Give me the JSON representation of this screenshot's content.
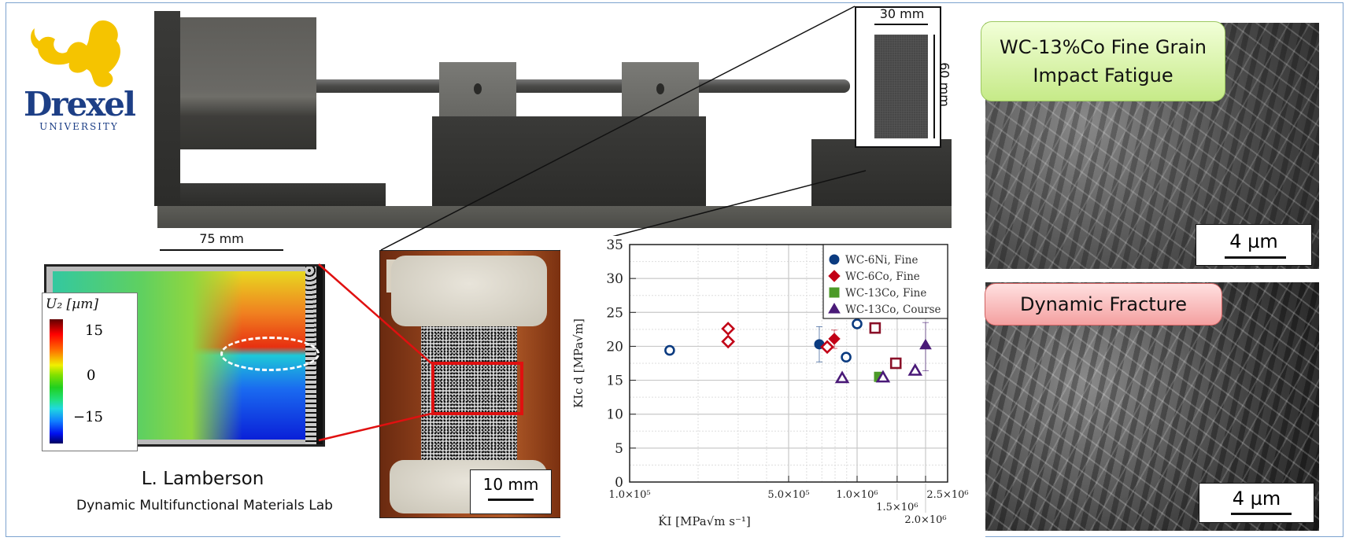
{
  "logo": {
    "wordmark": "Drexel",
    "sub": "UNIVERSITY",
    "icon": "dragon-icon",
    "color": "#f5c400"
  },
  "apparatus": {
    "inset_width": "30 mm",
    "inset_height": "60 mm",
    "scale": "75 mm"
  },
  "dic": {
    "colorbar_title": "U₂ [µm]",
    "ticks": [
      "15",
      "0",
      "−15"
    ]
  },
  "credit": {
    "name": "L. Lamberson",
    "lab": "Dynamic Multifunctional Materials Lab"
  },
  "photo": {
    "scale": "10 mm"
  },
  "sem": {
    "top": {
      "title_line1": "WC-13%Co Fine Grain",
      "title_line2": "Impact Fatigue",
      "scale": "4 µm"
    },
    "bottom": {
      "title": "Dynamic Fracture",
      "scale": "4 µm"
    }
  },
  "chart_data": {
    "type": "scatter",
    "xscale": "log",
    "xlim": [
      100000,
      2500000
    ],
    "ylim": [
      0,
      35
    ],
    "xlabel": "K̇I [MPa√m s⁻¹]",
    "ylabel": "KIc d [MPa√m]",
    "xticks": [
      {
        "v": 100000,
        "label": "1.0×10⁵"
      },
      {
        "v": 500000,
        "label": "5.0×10⁵"
      },
      {
        "v": 1000000,
        "label": "1.0×10⁶"
      },
      {
        "v": 1500000,
        "label": "1.5×10⁶"
      },
      {
        "v": 2000000,
        "label": "2.0×10⁶"
      },
      {
        "v": 2500000,
        "label": "2.5×10⁶"
      }
    ],
    "yticks": [
      "0",
      "5",
      "10",
      "15",
      "20",
      "25",
      "30",
      "35"
    ],
    "grid": true,
    "legend_position": "top-right",
    "legend": [
      {
        "label": "WC-6Ni, Fine",
        "marker": "circle",
        "color": "#0b3b80"
      },
      {
        "label": "WC-6Co, Fine",
        "marker": "diamond",
        "color": "#c20016"
      },
      {
        "label": "WC-13Co, Fine",
        "marker": "square",
        "color": "#4c9a28"
      },
      {
        "label": "WC-13Co, Course",
        "marker": "triangle",
        "color": "#4a1a78"
      }
    ],
    "points": [
      {
        "series": "WC-6Ni, Fine",
        "x": 150000,
        "y": 19.4,
        "filled": false,
        "marker": "circle",
        "color": "#0b3b80"
      },
      {
        "series": "WC-6Co, Fine",
        "x": 271000,
        "y": 22.6,
        "filled": false,
        "marker": "diamond",
        "color": "#c20016"
      },
      {
        "series": "WC-6Co, Fine",
        "x": 271000,
        "y": 20.7,
        "filled": false,
        "marker": "diamond",
        "color": "#c20016"
      },
      {
        "series": "WC-6Ni, Fine",
        "x": 682000,
        "y": 20.3,
        "filled": true,
        "marker": "circle",
        "color": "#0b3b80",
        "err": [
          17.7,
          22.9
        ]
      },
      {
        "series": "WC-6Co, Fine",
        "x": 739000,
        "y": 19.9,
        "filled": false,
        "marker": "diamond",
        "color": "#c20016"
      },
      {
        "series": "WC-6Co, Fine",
        "x": 794000,
        "y": 21.1,
        "filled": true,
        "marker": "diamond",
        "color": "#c20016",
        "err": [
          19.7,
          22.4
        ]
      },
      {
        "series": "WC-13Co, Course",
        "x": 860000,
        "y": 15.3,
        "filled": false,
        "marker": "triangle",
        "color": "#4a1a78"
      },
      {
        "series": "WC-6Ni, Fine",
        "x": 895000,
        "y": 18.4,
        "filled": false,
        "marker": "circle",
        "color": "#0b3b80"
      },
      {
        "series": "WC-6Ni, Fine",
        "x": 1000000,
        "y": 23.3,
        "filled": false,
        "marker": "circle",
        "color": "#0b3b80"
      },
      {
        "series": "WC-6Co, Fine",
        "x": 1200000,
        "y": 22.7,
        "filled": false,
        "marker": "square",
        "color": "#8a1028"
      },
      {
        "series": "WC-13Co, Fine",
        "x": 1250000,
        "y": 15.5,
        "filled": true,
        "marker": "square",
        "color": "#4c9a28"
      },
      {
        "series": "WC-13Co, Course",
        "x": 1300000,
        "y": 15.4,
        "filled": false,
        "marker": "triangle",
        "color": "#4a1a78"
      },
      {
        "series": "WC-6Co, Fine",
        "x": 1480000,
        "y": 17.5,
        "filled": false,
        "marker": "square",
        "color": "#8a1028"
      },
      {
        "series": "WC-13Co, Course",
        "x": 1800000,
        "y": 16.4,
        "filled": false,
        "marker": "triangle",
        "color": "#4a1a78"
      },
      {
        "series": "WC-13Co, Course",
        "x": 2000000,
        "y": 20.2,
        "filled": true,
        "marker": "triangle",
        "color": "#4a1a78",
        "err": [
          16.4,
          23.5
        ]
      }
    ]
  }
}
